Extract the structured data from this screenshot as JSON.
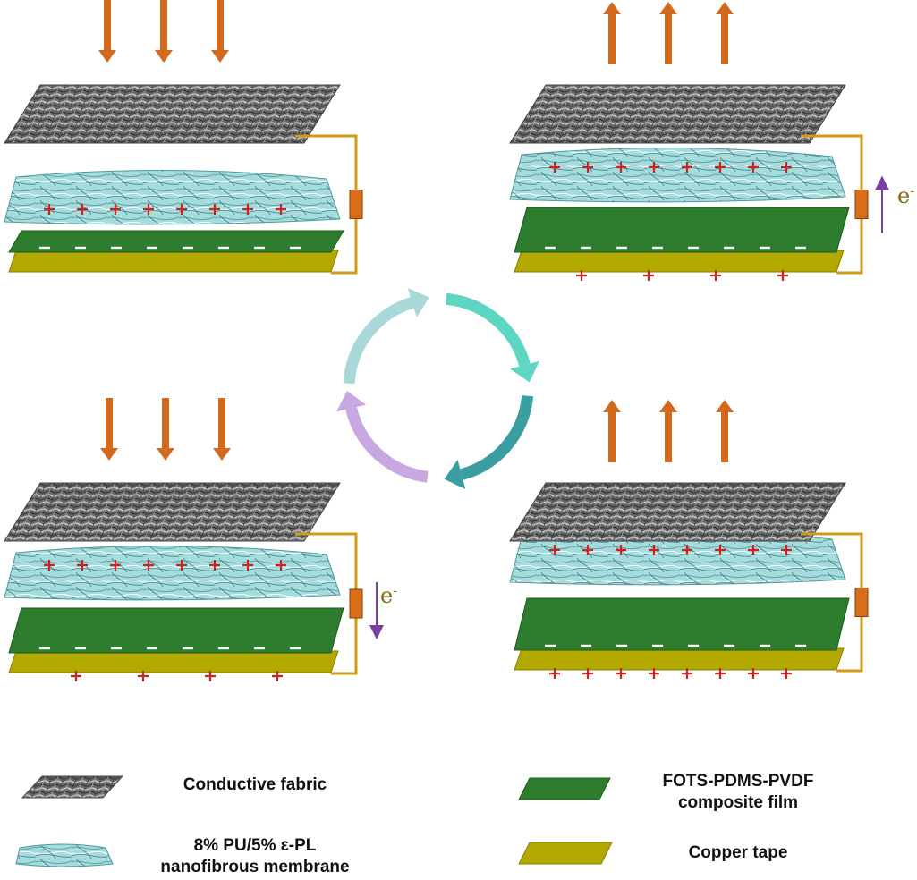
{
  "colors": {
    "force_arrow": "#d2691e",
    "fabric": "#5a5a5a",
    "fabric_light": "#b4b4b4",
    "membrane": "#8fd0d0",
    "film": "#2e7d2e",
    "copper": "#b3a800",
    "wire": "#d19a1a",
    "resistor": "#d96e1a",
    "plus": "#cc2222",
    "minus": "#ffffff",
    "electron_arrow": "#7b3fa0",
    "cycle": [
      "#a8d8d8",
      "#5dd6c4",
      "#3a9ea0",
      "#c8a8e0"
    ]
  },
  "electron_label": "e",
  "electron_superscript": "-",
  "legend": [
    {
      "id": "fabric",
      "label": "Conductive fabric"
    },
    {
      "id": "membrane",
      "label": "8% PU/5% ε-PL\nnanofibrous membrane"
    },
    {
      "id": "film",
      "label": "FOTS-PDMS-PVDF\ncomposite film"
    },
    {
      "id": "copper",
      "label": "Copper tape"
    }
  ]
}
